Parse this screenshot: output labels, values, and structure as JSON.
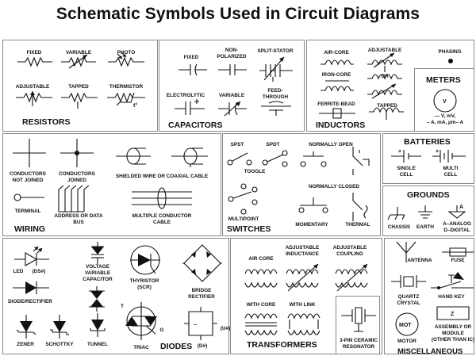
{
  "title": "Schematic Symbols Used in Circuit Diagrams",
  "resistors": {
    "title": "RESISTORS",
    "fixed": "FIXED",
    "variable": "VARIABLE",
    "photo": "PHOTO",
    "adjustable": "ADJUSTABLE",
    "tapped": "TAPPED",
    "thermistor": "THERMISTOR"
  },
  "capacitors": {
    "title": "CAPACITORS",
    "fixed": "FIXED",
    "nonpol_1": "NON-",
    "nonpol_2": "POLARIZED",
    "split": "SPLIT-STATOR",
    "electrolytic": "ELECTROLYTIC",
    "variable": "VARIABLE",
    "feed_1": "FEED-",
    "feed_2": "THROUGH"
  },
  "inductors": {
    "title": "INDUCTORS",
    "aircore": "AIR-CORE",
    "adjustable": "ADJUSTABLE",
    "ironcore": "IRON-CORE",
    "or": "OR",
    "ferrite": "FERRITE-BEAD",
    "tapped": "TAPPED",
    "phasing": "PHASING"
  },
  "meters": {
    "title": "METERS",
    "v": "V",
    "l1": "— V, mV,",
    "l2": "– A, mA, µm– A"
  },
  "wiring": {
    "title": "WIRING",
    "notjoined_1": "CONDUCTORS",
    "notjoined_2": "NOT JOINED",
    "joined_1": "CONDUCTORS",
    "joined_2": "JOINED",
    "shielded": "SHIELDED WIRE OR COAXIAL CABLE",
    "terminal": "TERMINAL",
    "addr_1": "ADDRESS OR DATA",
    "addr_2": "BUS",
    "multi_1": "MULTIPLE CONDUCTOR",
    "multi_2": "CABLE"
  },
  "switches": {
    "title": "SWITCHES",
    "spst": "SPST",
    "spdt": "SPDT",
    "toggle": "TOGGLE",
    "no": "NORMALLY OPEN",
    "nc": "NORMALLY CLOSED",
    "multipoint": "MULTIPOINT",
    "momentary": "MOMENTARY",
    "thermal": "THERMAL"
  },
  "batteries": {
    "title": "BATTERIES",
    "single_1": "SINGLE",
    "single_2": "CELL",
    "multi_1": "MULTI",
    "multi_2": "CELL"
  },
  "grounds": {
    "title": "GROUNDS",
    "chassis": "CHASSIS",
    "earth": "EARTH",
    "analog_1": "A–ANALOG",
    "analog_2": "D–DIGITAL",
    "a": "A"
  },
  "diodes": {
    "title": "DIODES",
    "led": "LED",
    "led_ref": "(DS#)",
    "rectifier": "DIODE/RECTIFIER",
    "vvc_1": "VOLTAGE",
    "vvc_2": "VARIABLE",
    "vvc_3": "CAPACITOR",
    "thyristor_1": "THYRISTOR",
    "thyristor_2": "(SCR)",
    "triac": "TRIAC",
    "bridge_1": "BRIDGE",
    "bridge_2": "RECTIFIER",
    "zener": "ZENER",
    "schottky": "SCHOTTKY",
    "tunnel": "TUNNEL",
    "bridge_ref": "(D#)",
    "u_ref": "(U#)",
    "t": "T",
    "g": "G"
  },
  "transformers": {
    "title": "TRANSFORMERS",
    "aircore": "AIR CORE",
    "adj_ind_1": "ADJUSTABLE",
    "adj_ind_2": "INDUCTANCE",
    "adj_cpl_1": "ADJUSTABLE",
    "adj_cpl_2": "COUPLING",
    "withcore": "WITH CORE",
    "withlink": "WITH LINK",
    "ceramic_1": "3-PIN CERAMIC",
    "ceramic_2": "RESONATOR"
  },
  "misc": {
    "antenna": "ANTENNA",
    "fuse": "FUSE",
    "quartz_1": "QUARTZ",
    "quartz_2": "CRYSTAL",
    "handkey": "HAND KEY",
    "mot": "MOT",
    "motor": "MOTOR",
    "z": "Z",
    "asm_1": "ASSEMBLY OR",
    "asm_2": "MODULE",
    "asm_3": "(OTHER THAN IC)",
    "title": "MISCELLANEOUS"
  }
}
